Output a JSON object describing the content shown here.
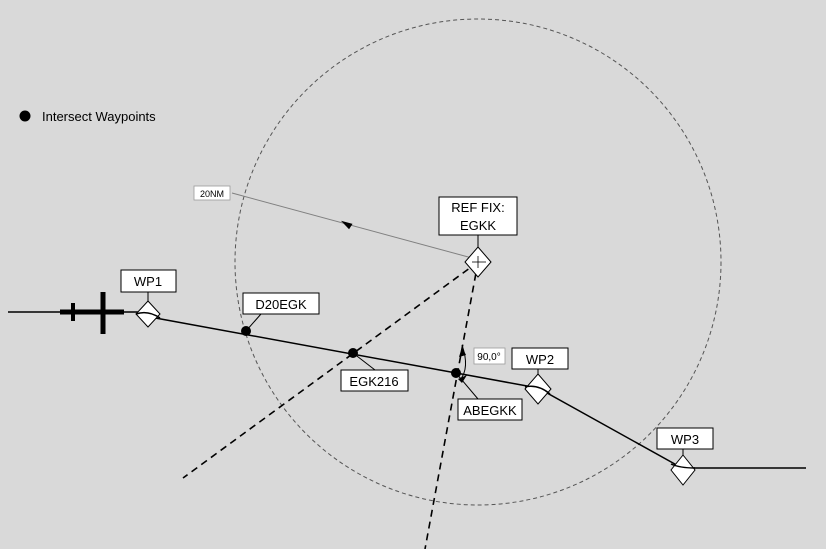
{
  "legend": {
    "label": "Intersect Waypoints"
  },
  "waypoints": {
    "wp1": "WP1",
    "wp2": "WP2",
    "wp3": "WP3",
    "ref_fix_line1": "REF FIX:",
    "ref_fix_line2": "EGKK"
  },
  "intersections": {
    "d20egk": "D20EGK",
    "egk216": "EGK216",
    "abegkk": "ABEGKK"
  },
  "annotations": {
    "radius": "20NM",
    "angle": "90,0°"
  },
  "colors": {
    "background": "#d9d9d9",
    "line": "#000000",
    "label_box": "#ffffff",
    "radius_line": "#808080"
  }
}
